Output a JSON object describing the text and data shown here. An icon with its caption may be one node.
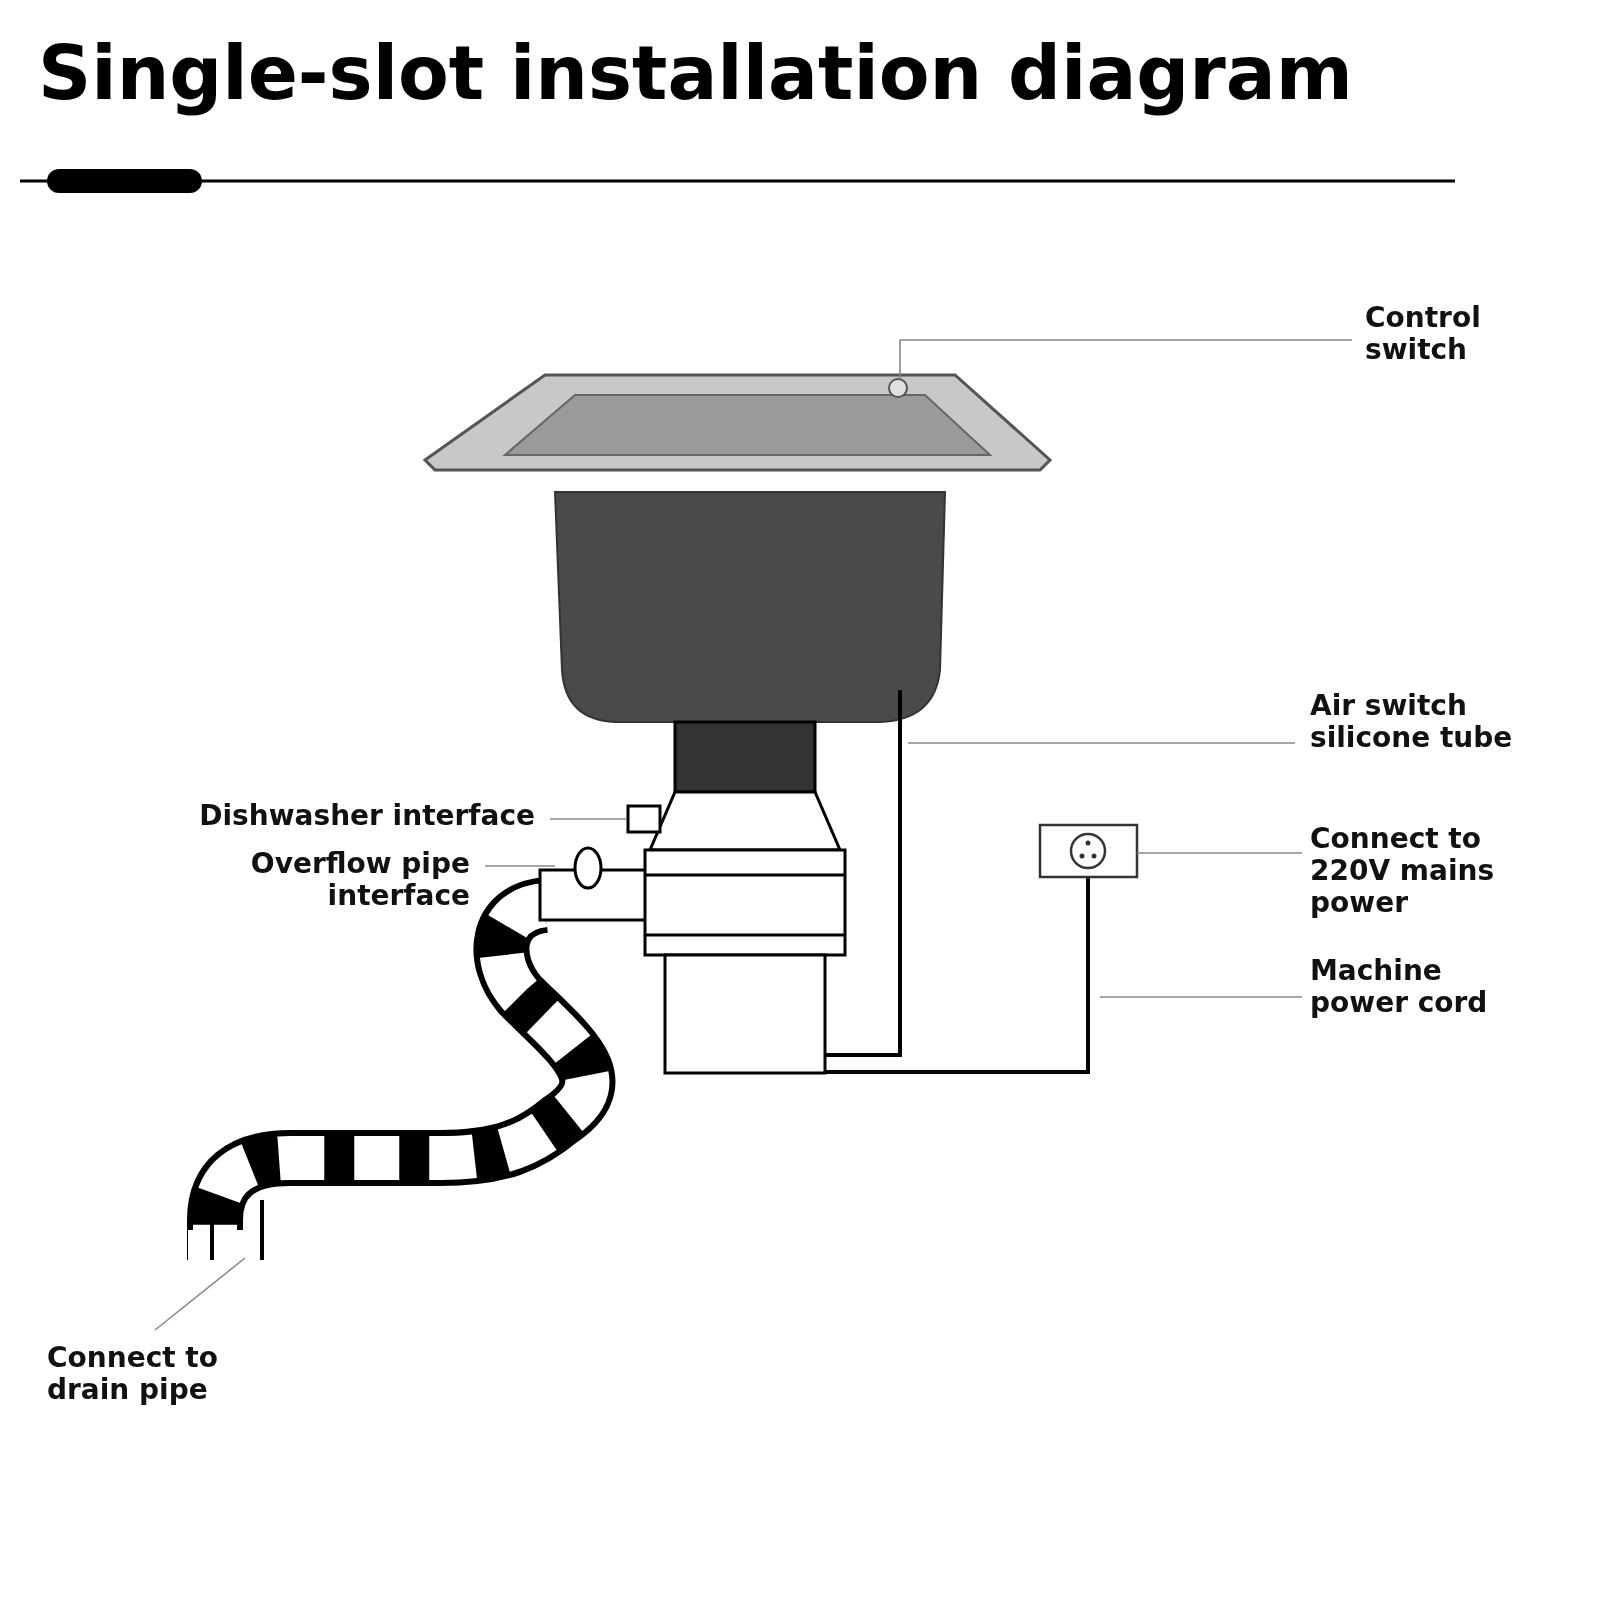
{
  "diagram": {
    "title": "Single-slot installation diagram",
    "nodes": [
      {
        "text": [
          "Control switch"
        ]
      },
      {
        "text": [
          "Air switch silicone tube"
        ]
      },
      {
        "text": [
          "Connect to 220V mains power"
        ]
      },
      {
        "text": [
          "Machine power cord"
        ]
      },
      {
        "text": [
          "Dishwasher interface"
        ]
      },
      {
        "text": [
          "Overflow pipe interface"
        ]
      },
      {
        "text": [
          "Connect to drain pipe"
        ]
      },
      {
        "text": [],
        "shape": "box"
      }
    ],
    "edges": [
      {
        "from": 0,
        "to": null,
        "arrow": "none"
      },
      {
        "from": 1,
        "to": null,
        "arrow": "none"
      },
      {
        "from": 2,
        "to": 7,
        "arrow": "none"
      },
      {
        "from": 3,
        "to": null,
        "arrow": "none"
      },
      {
        "from": 4,
        "to": null,
        "arrow": "none"
      },
      {
        "from": 5,
        "to": null,
        "arrow": "none"
      },
      {
        "from": 6,
        "to": null,
        "arrow": "none"
      }
    ]
  }
}
